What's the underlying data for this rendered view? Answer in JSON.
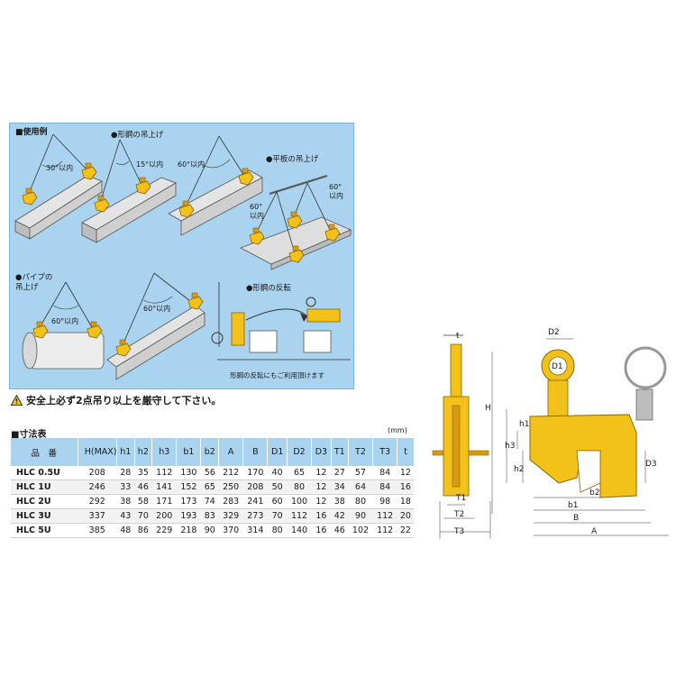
{
  "usage": {
    "section_title": "■使用例",
    "captions": {
      "shape_steel_lift": "●形鋼の吊上げ",
      "flat_plate_lift": "●平板の吊上げ",
      "pipe_lift": "●パイプの吊上げ",
      "shape_steel_flip": "●形鋼の反転",
      "flip_note": "形鋼の反転にもご利用頂けます"
    },
    "angles": {
      "a1": "30°以内",
      "a2": "15°以内",
      "a3": "60°以内",
      "a4a": "60°以内",
      "a4b": "60°以内",
      "a5": "60°以内",
      "a6": "60°以内"
    }
  },
  "warning": {
    "text": "安全上必ず2点吊り以上を厳守して下さい。",
    "icon": "warning-triangle-icon"
  },
  "table": {
    "title": "■寸法表",
    "unit": "(mm)",
    "headers": [
      "品　番",
      "H(MAX)",
      "h1",
      "h2",
      "h3",
      "b1",
      "b2",
      "A",
      "B",
      "D1",
      "D2",
      "D3",
      "T1",
      "T2",
      "T3",
      "t"
    ],
    "rows": [
      [
        "HLC 0.5U",
        "208",
        "28",
        "35",
        "112",
        "130",
        "56",
        "212",
        "170",
        "40",
        "65",
        "12",
        "27",
        "57",
        "84",
        "12"
      ],
      [
        "HLC 1U",
        "246",
        "33",
        "46",
        "141",
        "152",
        "65",
        "250",
        "208",
        "50",
        "80",
        "12",
        "34",
        "64",
        "84",
        "16"
      ],
      [
        "HLC 2U",
        "292",
        "38",
        "58",
        "171",
        "173",
        "74",
        "283",
        "241",
        "60",
        "100",
        "12",
        "38",
        "80",
        "98",
        "18"
      ],
      [
        "HLC 3U",
        "337",
        "43",
        "70",
        "200",
        "193",
        "83",
        "329",
        "273",
        "70",
        "112",
        "16",
        "42",
        "90",
        "112",
        "20"
      ],
      [
        "HLC 5U",
        "385",
        "48",
        "86",
        "229",
        "218",
        "90",
        "370",
        "314",
        "80",
        "140",
        "16",
        "46",
        "102",
        "112",
        "22"
      ]
    ]
  },
  "drawing": {
    "labels": {
      "t": "t",
      "H": "H",
      "D2": "D2",
      "D1": "D1",
      "h1": "h1",
      "h2": "h2",
      "h3": "h3",
      "D3": "D3",
      "T1": "T1",
      "T2": "T2",
      "T3": "T3",
      "b1": "b1",
      "b2": "b2",
      "B": "B",
      "A": "A"
    }
  },
  "colors": {
    "panel_bg": "#a9d3ee",
    "clamp_yellow": "#f2c21b",
    "clamp_orange": "#d79a12",
    "steel_gray": "#c9c9c9"
  }
}
